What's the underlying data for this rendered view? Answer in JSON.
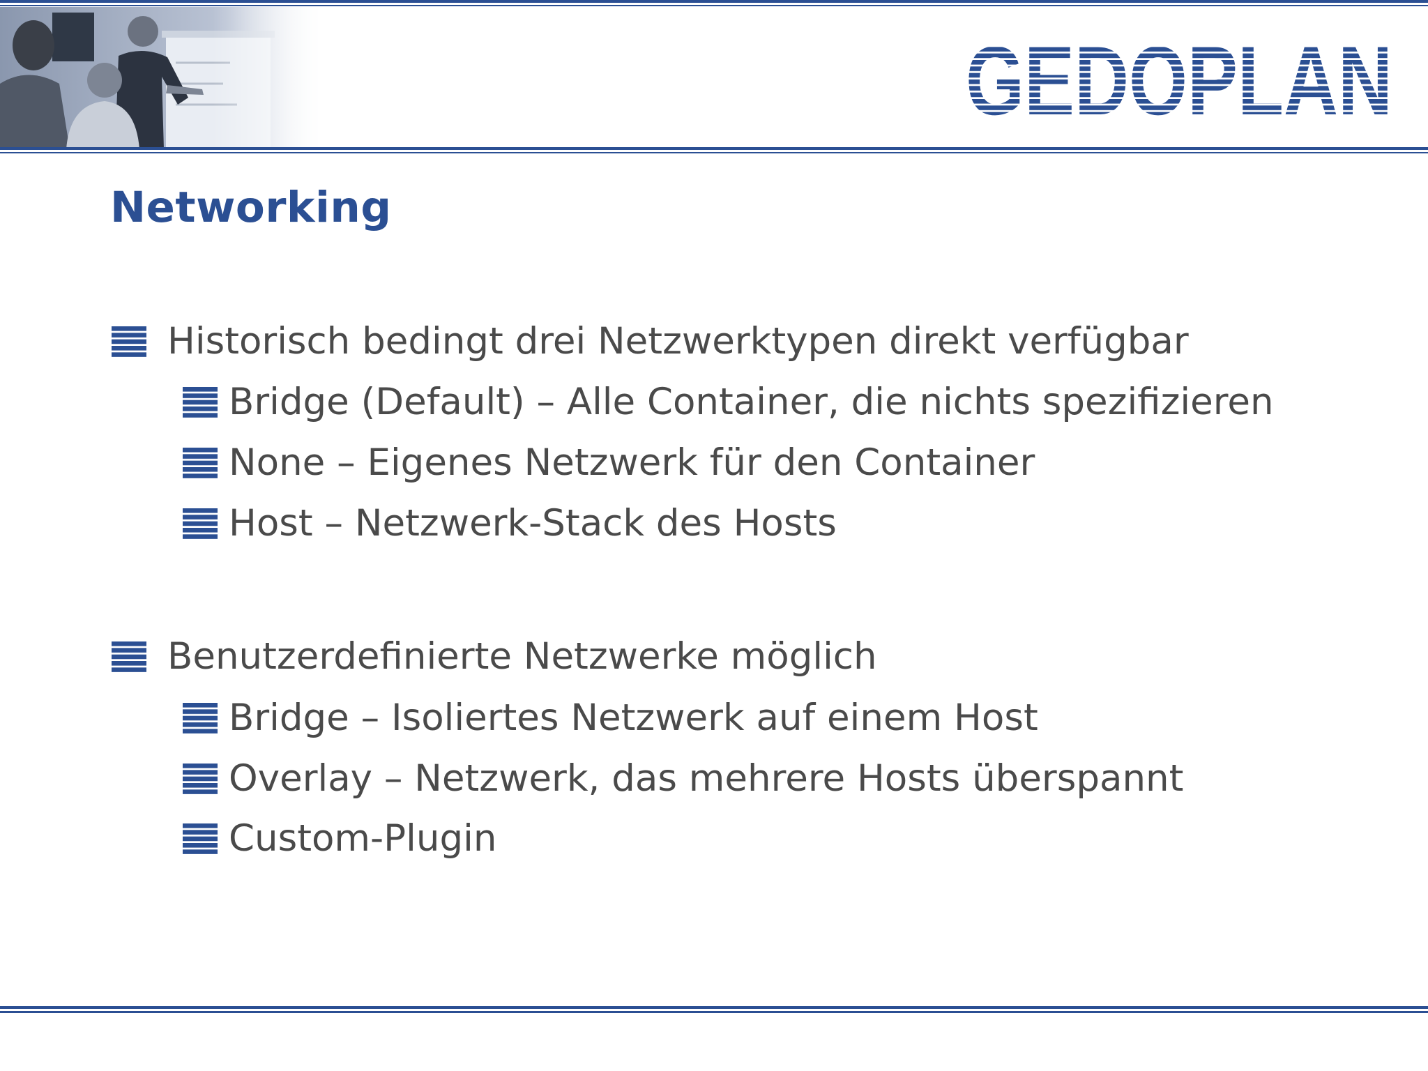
{
  "header": {
    "logo_text": "GEDOPLAN",
    "photo": "presentation-team-photo"
  },
  "slide": {
    "title": "Networking",
    "groups": [
      {
        "text": "Historisch bedingt drei Netzwerktypen direkt verfügbar",
        "items": [
          "Bridge (Default) – Alle Container, die nichts spezifizieren",
          "None – Eigenes Netzwerk für den Container",
          "Host – Netzwerk-Stack des Hosts"
        ]
      },
      {
        "text": "Benutzerdefinierte Netzwerke möglich",
        "items": [
          "Bridge – Isoliertes Netzwerk auf einem Host",
          "Overlay – Netzwerk, das mehrere Hosts überspannt",
          "Custom-Plugin"
        ]
      }
    ]
  },
  "colors": {
    "brand_blue": "#2b4f93",
    "text_gray": "#4a4a4a"
  }
}
